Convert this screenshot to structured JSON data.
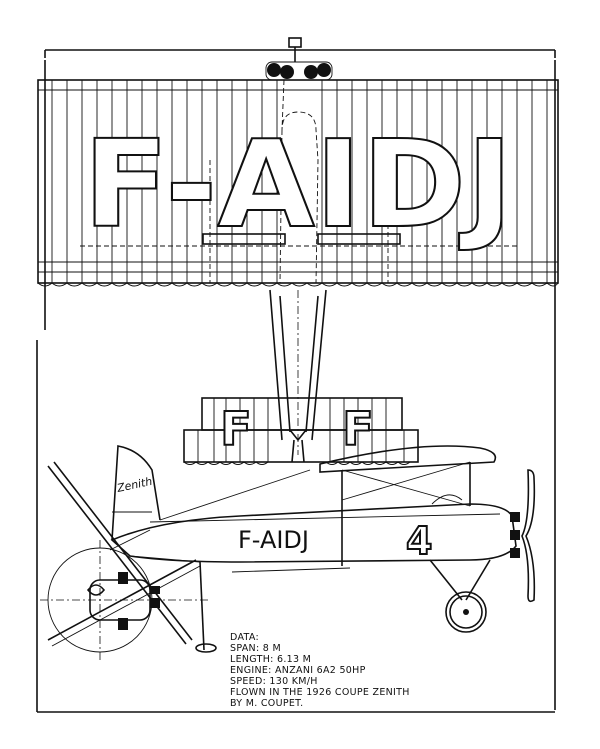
{
  "wing_registration": "F-AIDJ",
  "tailplane_letters": [
    "F",
    "F"
  ],
  "fuselage_registration": "F-AIDJ",
  "race_number": "4",
  "fin_script": "Zenith",
  "data_block": {
    "heading": "DATA:",
    "lines": [
      "SPAN:  8 M",
      "LENGTH:  6.13 M",
      "ENGINE:  ANZANI 6A2  50HP",
      "SPEED:  130 KM/H",
      "FLOWN IN THE 1926 COUPE ZENITH",
      "BY M. COUPET."
    ]
  },
  "colors": {
    "ink": "#111111",
    "paper": "#ffffff"
  }
}
